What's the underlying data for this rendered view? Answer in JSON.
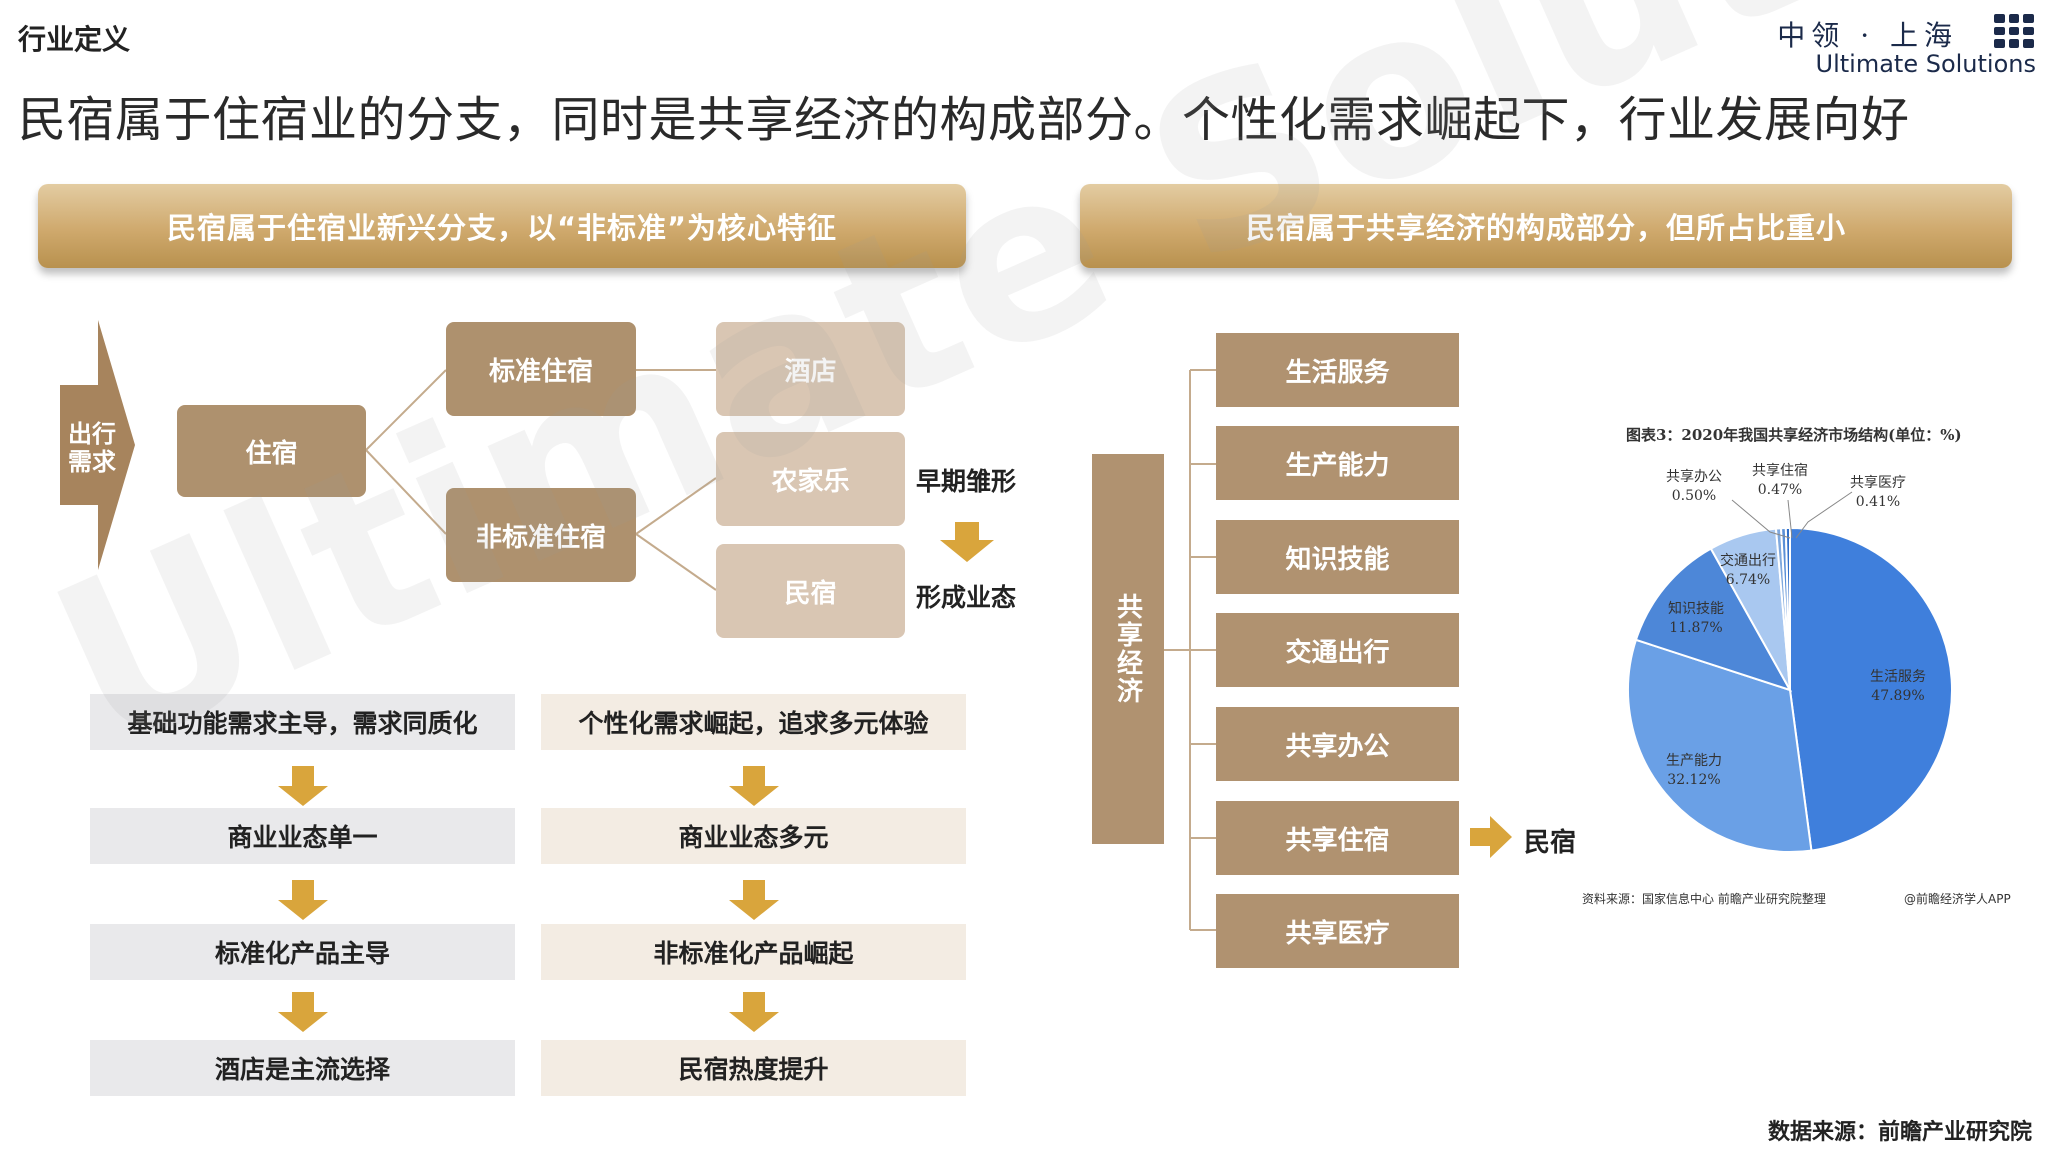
{
  "header": {
    "section": "行业定义",
    "title": "民宿属于住宿业的分支，同时是共享经济的构成部分。个性化需求崛起下，行业发展向好",
    "logo_cn": "中领 · 上海",
    "logo_en": "Ultimate Solutions"
  },
  "watermark": "Ultimate Solutions",
  "left": {
    "banner": "民宿属于住宿业新兴分支，以“非标准”为核心特征",
    "arrow_label": "出行需求",
    "root": "住宿",
    "standard": "标准住宿",
    "nonstandard": "非标准住宿",
    "hotel": "酒店",
    "farmhouse": "农家乐",
    "homestay": "民宿",
    "early_stage": "早期雏形",
    "formed": "形成业态",
    "col_a": [
      "基础功能需求主导，需求同质化",
      "商业业态单一",
      "标准化产品主导",
      "酒店是主流选择"
    ],
    "col_b": [
      "个性化需求崛起，追求多元体验",
      "商业业态多元",
      "非标准化产品崛起",
      "民宿热度提升"
    ]
  },
  "right": {
    "banner": "民宿属于共享经济的构成部分，但所占比重小",
    "root": "共享经济",
    "categories": [
      "生活服务",
      "生产能力",
      "知识技能",
      "交通出行",
      "共享办公",
      "共享住宿",
      "共享医疗"
    ],
    "result": "民宿"
  },
  "chart_data": {
    "type": "pie",
    "title": "图表3：2020年我国共享经济市场结构(单位：%)",
    "slices": [
      {
        "name": "生活服务",
        "value": 47.89,
        "label": "47.89%",
        "color": "#3f7fdc"
      },
      {
        "name": "生产能力",
        "value": 32.12,
        "label": "32.12%",
        "color": "#6aa0e6"
      },
      {
        "name": "知识技能",
        "value": 11.87,
        "label": "11.87%",
        "color": "#4d87d8"
      },
      {
        "name": "交通出行",
        "value": 6.74,
        "label": "6.74%",
        "color": "#a9c8f0"
      },
      {
        "name": "共享办公",
        "value": 0.5,
        "label": "0.50%",
        "color": "#7fa8dd"
      },
      {
        "name": "共享住宿",
        "value": 0.47,
        "label": "0.47%",
        "color": "#5a8fd6"
      },
      {
        "name": "共享医疗",
        "value": 0.41,
        "label": "0.41%",
        "color": "#2f6ec9"
      }
    ],
    "source_note": "资料来源：国家信息中心 前瞻产业研究院整理",
    "app_note": "@前瞻经济学人APP"
  },
  "footer": {
    "source": "数据来源：前瞻产业研究院"
  },
  "colors": {
    "accent": "#ae916e",
    "light": "#d9c6b3",
    "arrow": "#d9a53c"
  }
}
